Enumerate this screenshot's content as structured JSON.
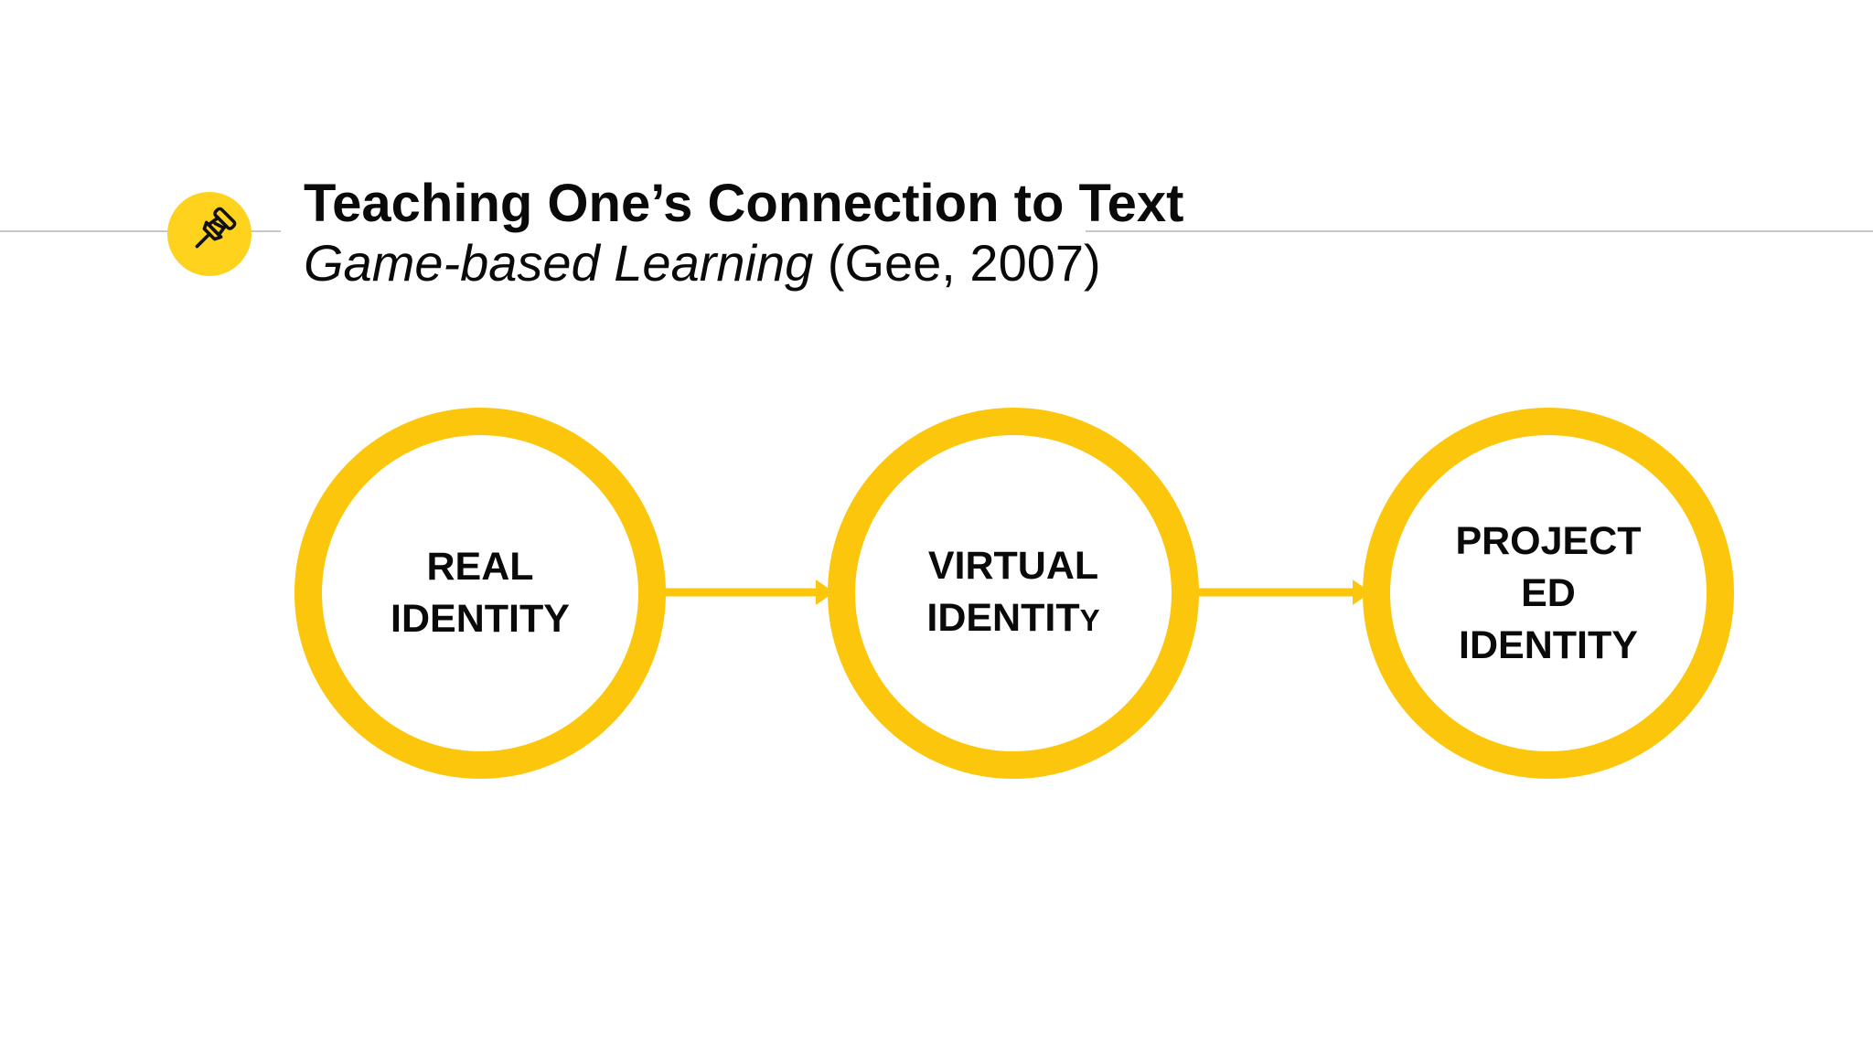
{
  "header": {
    "title": "Teaching One’s Connection to Text",
    "subtitle_italic": "Game-based Learning",
    "subtitle_citation": " (Gee, 2007)"
  },
  "diagram": {
    "nodes": [
      {
        "lines": {
          "l1": "REAL",
          "l2": "IDENTITY"
        }
      },
      {
        "lines": {
          "l1": "VIRTUAL",
          "l2": "IDENTIT",
          "l2_small": "Y"
        }
      },
      {
        "lines": {
          "l1": "PROJECT",
          "l2": "ED",
          "l3": "IDENTITY"
        }
      }
    ],
    "arrows": [
      {
        "from": 0,
        "to": 1,
        "direction": "right"
      },
      {
        "from": 1,
        "to": 2,
        "direction": "right"
      }
    ]
  },
  "icons": {
    "pushpin": "pushpin-icon"
  },
  "colors": {
    "ring_yellow": "#FCC60D",
    "pin_yellow": "#FFD21E",
    "divider_gray": "#C8C8C8",
    "text_black": "#0A0A0A",
    "pin_outline": "#111111"
  }
}
